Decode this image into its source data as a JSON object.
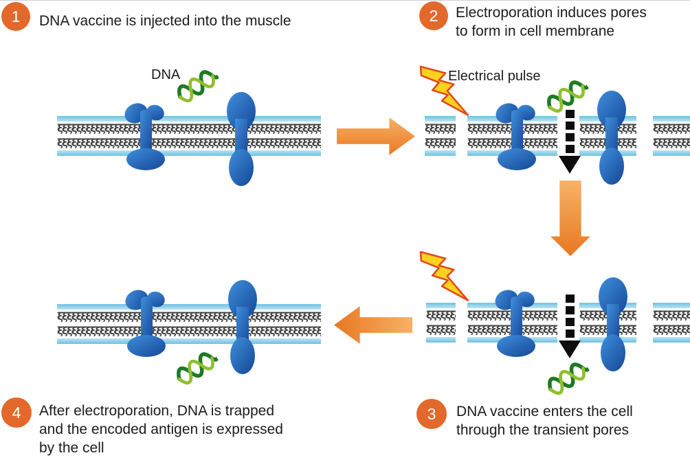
{
  "steps": [
    {
      "number": "1",
      "text": "DNA vaccine is injected into the muscle"
    },
    {
      "number": "2",
      "text": "Electroporation induces pores\nto form in cell membrane"
    },
    {
      "number": "3",
      "text": "DNA vaccine enters the cell\nthrough the transient pores"
    },
    {
      "number": "4",
      "text": "After electroporation, DNA is trapped\nand the encoded antigen is expressed\nby the cell"
    }
  ],
  "labels": {
    "dna": "DNA",
    "electrical_pulse": "Electrical pulse"
  },
  "icons": {
    "dna_helix": "green double-helix",
    "lightning_bolt": "yellow lightning bolt with red outline",
    "membrane_protein_y": "blue Y-shaped channel protein",
    "membrane_protein_dumbbell": "blue dumbbell-shaped channel protein",
    "pore_arrow": "black dashed downward arrow through membrane pore",
    "flow_arrow": "orange gradient block arrow between panels"
  },
  "colors": {
    "step_badge": "#e2692b",
    "arrow_light": "#f7b267",
    "arrow_dark": "#e87722",
    "membrane_edge": "#6fc0e1",
    "lipid_tail": "#3f3f3f",
    "protein_light": "#3f8fdc",
    "protein_dark": "#174a99",
    "dna_dark_green": "#1f7a24",
    "dna_light_green": "#8fbf2f",
    "bolt_fill": "#ffd21f",
    "bolt_outline": "#e0481c",
    "text": "#1b1b1b"
  }
}
